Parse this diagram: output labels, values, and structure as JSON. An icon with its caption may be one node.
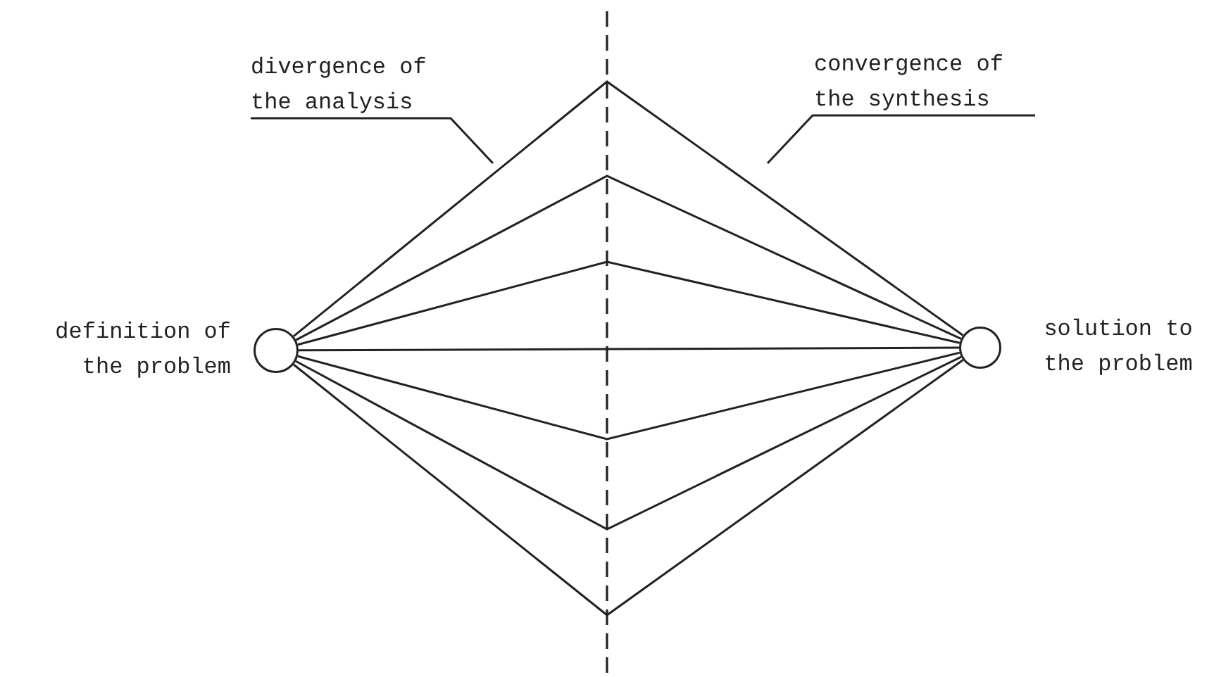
{
  "diagram": {
    "nodes": [
      {
        "text": [],
        "shape": "circle",
        "beside": [
          "definition of the problem"
        ]
      },
      {
        "text": [],
        "shape": "circle",
        "beside": [
          "solution to the problem"
        ]
      },
      {
        "text": [
          "divergence of the analysis"
        ]
      },
      {
        "text": [
          "convergence of the synthesis"
        ]
      }
    ],
    "edges": [
      {
        "from": 0,
        "to": 1,
        "arrow": "none"
      },
      {
        "from": 0,
        "to": 1,
        "arrow": "none"
      },
      {
        "from": 0,
        "to": 1,
        "arrow": "none"
      },
      {
        "from": 0,
        "to": 1,
        "arrow": "none"
      },
      {
        "from": 0,
        "to": 1,
        "arrow": "none"
      },
      {
        "from": 0,
        "to": 1,
        "arrow": "none"
      },
      {
        "from": 0,
        "to": 1,
        "arrow": "none"
      },
      {
        "from": 2,
        "to": null,
        "arrow": "none"
      },
      {
        "from": 3,
        "to": null,
        "arrow": "none"
      }
    ]
  }
}
